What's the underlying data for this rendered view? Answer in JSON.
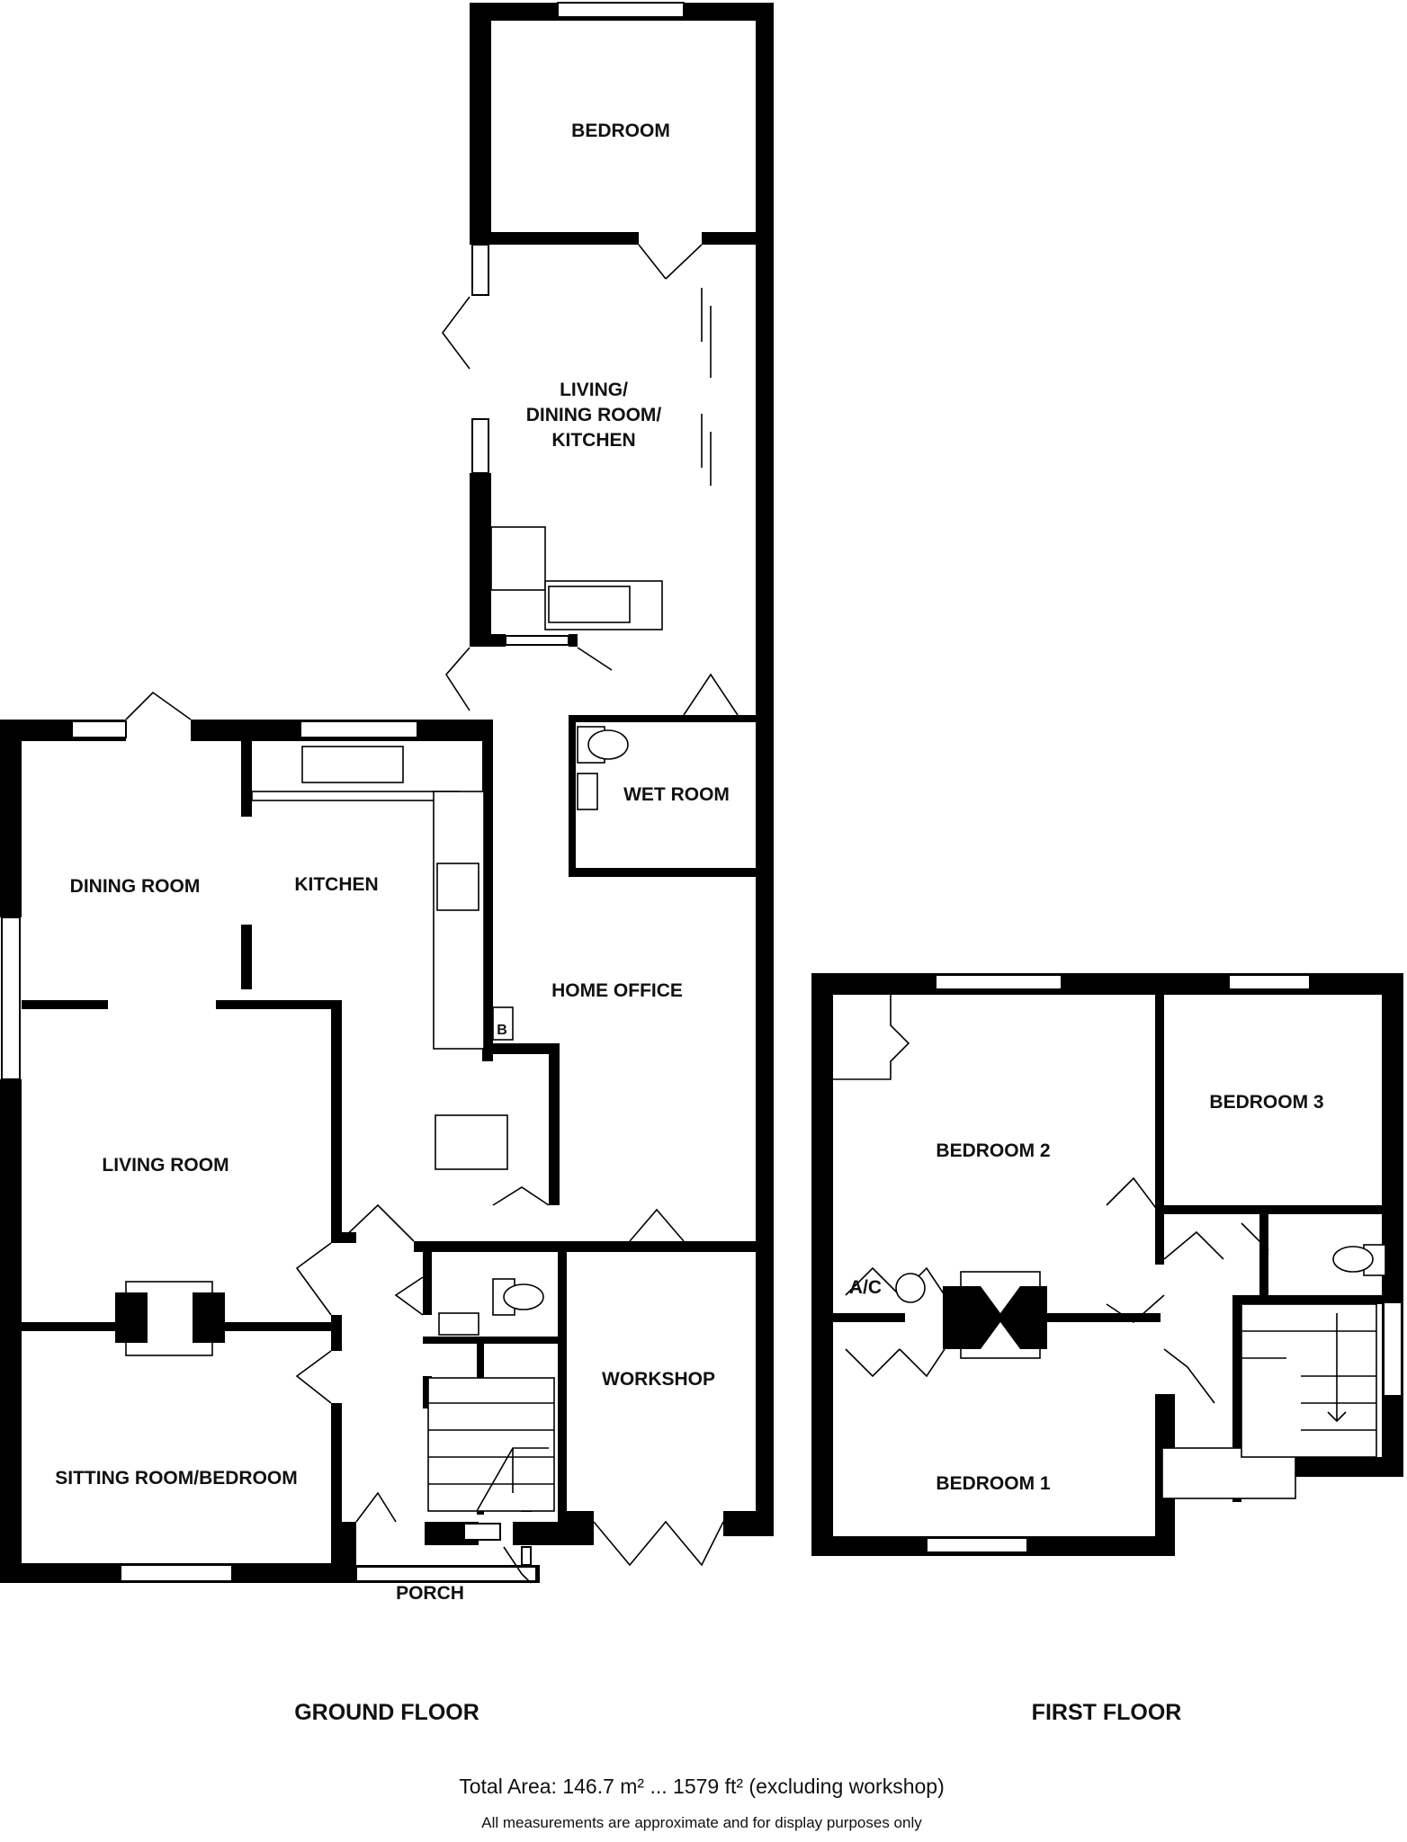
{
  "rooms": {
    "bedroom": "BEDROOM",
    "living_dining_kitchen": [
      "LIVING/",
      "DINING ROOM/",
      "KITCHEN"
    ],
    "wet_room": "WET ROOM",
    "dining_room": "DINING ROOM",
    "kitchen": "KITCHEN",
    "home_office": "HOME OFFICE",
    "living_room": "LIVING ROOM",
    "workshop": "WORKSHOP",
    "sitting_room_bedroom": "SITTING ROOM/BEDROOM",
    "porch": "PORCH",
    "bedroom_2": "BEDROOM 2",
    "bedroom_3": "BEDROOM 3",
    "bedroom_1": "BEDROOM 1",
    "ac": "A/C",
    "boiler": "B"
  },
  "floors": {
    "ground": "GROUND FLOOR",
    "first": "FIRST FLOOR"
  },
  "footer": {
    "total_area": "Total Area: 146.7 m² ... 1579 ft² (excluding workshop)",
    "disclaimer": "All measurements are approximate and for display purposes only"
  },
  "colors": {
    "walls": "#000000",
    "background": "#ffffff",
    "text": "#111111"
  }
}
